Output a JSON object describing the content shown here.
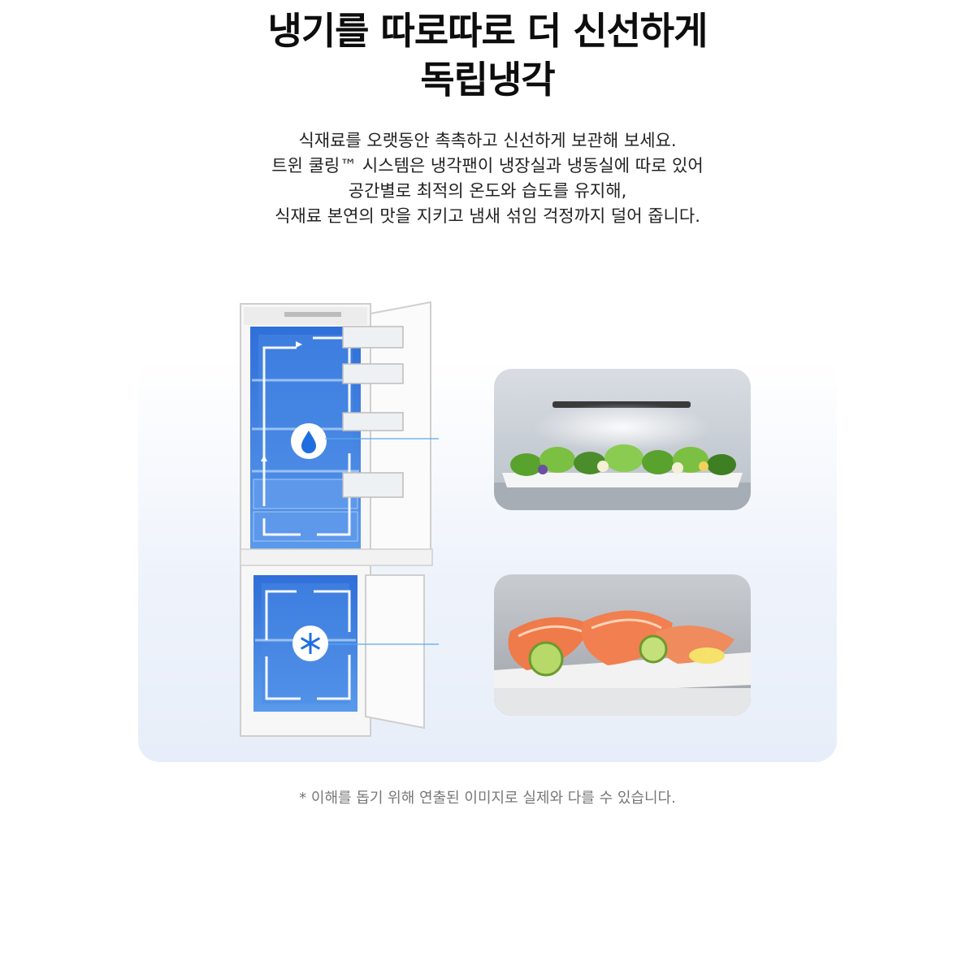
{
  "heading": {
    "line1": "냉기를 따로따로 더 신선하게",
    "line2": "독립냉각"
  },
  "description": [
    "식재료를 오랫동안 촉촉하고 신선하게 보관해 보세요.",
    "트윈 쿨링™ 시스템은 냉각팬이 냉장실과 냉동실에 따로 있어",
    "공간별로 최적의 온도와 습도를 유지해,",
    "식재료 본연의 맛을 지키고 냄새 섞임 걱정까지 덜어 줍니다."
  ],
  "illustration": {
    "fridge_icon": "water-drop-icon",
    "freezer_icon": "snowflake-icon",
    "accent_color": "#2d6fe0",
    "chamber_color": "#3f82e6"
  },
  "photos": {
    "top": "vegetables-in-fridge-drawer",
    "bottom": "salmon-and-lime-on-tray"
  },
  "disclaimer": "* 이해를 돕기 위해 연출된 이미지로 실제와 다를 수 있습니다."
}
